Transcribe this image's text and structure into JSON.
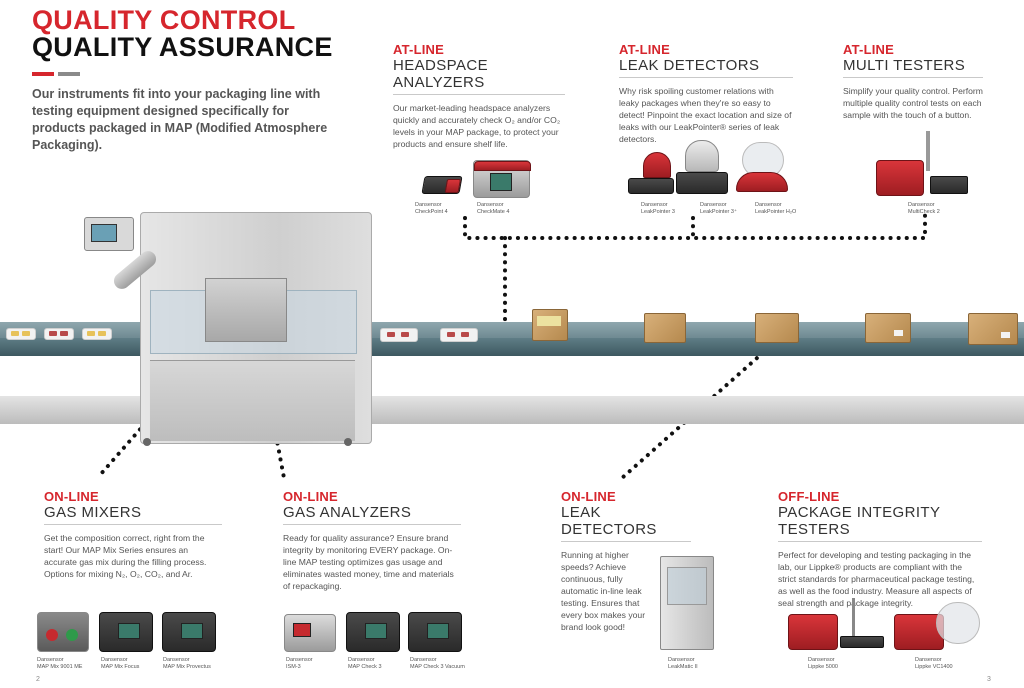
{
  "title": {
    "line1": "QUALITY CONTROL",
    "line2": "QUALITY ASSURANCE"
  },
  "intro": "Our instruments fit into your packaging line with testing equipment designed specifically for products packaged in MAP (Modified Atmosphere Packaging).",
  "colors": {
    "accent": "#d6262d",
    "dark": "#111111",
    "grey": "#888888"
  },
  "sections": {
    "headspace": {
      "kind": "AT-LINE",
      "title": "HEADSPACE ANALYZERS",
      "body": "Our market-leading headspace analyzers quickly and accurately check O₂ and/or CO₂ levels in your MAP package, to protect your products and ensure shelf life.",
      "products": [
        {
          "brand": "Dansensor",
          "model": "CheckPoint 4"
        },
        {
          "brand": "Dansensor",
          "model": "CheckMate 4"
        }
      ]
    },
    "leak_at": {
      "kind": "AT-LINE",
      "title": "LEAK DETECTORS",
      "body": "Why risk spoiling customer relations with leaky packages when they're so easy to detect! Pinpoint the exact location and size of leaks with our LeakPointer® series of leak detectors.",
      "products": [
        {
          "brand": "Dansensor",
          "model": "LeakPointer 3"
        },
        {
          "brand": "Dansensor",
          "model": "LeakPointer 3⁺"
        },
        {
          "brand": "Dansensor",
          "model": "LeakPointer H₂O"
        }
      ]
    },
    "multi": {
      "kind": "AT-LINE",
      "title": "MULTI TESTERS",
      "body": "Simplify your quality control. Perform multiple quality control tests on each sample with the touch of a button.",
      "products": [
        {
          "brand": "Dansensor",
          "model": "MultiCheck 2"
        }
      ]
    },
    "gas_mixers": {
      "kind": "ON-LINE",
      "title": "GAS MIXERS",
      "body": "Get the composition correct, right from the start! Our MAP Mix Series ensures an accurate gas mix during the filling process. Options for mixing N₂, O₂, CO₂, and Ar.",
      "products": [
        {
          "brand": "Dansensor",
          "model": "MAP Mix 9001 ME"
        },
        {
          "brand": "Dansensor",
          "model": "MAP Mix Focus"
        },
        {
          "brand": "Dansensor",
          "model": "MAP Mix Provectus"
        }
      ]
    },
    "gas_analyzers": {
      "kind": "ON-LINE",
      "title": "GAS ANALYZERS",
      "body": "Ready for quality assurance? Ensure brand integrity by monitoring EVERY package. On-line MAP testing optimizes gas usage and eliminates wasted money, time and materials of repackaging.",
      "products": [
        {
          "brand": "Dansensor",
          "model": "ISM-3"
        },
        {
          "brand": "Dansensor",
          "model": "MAP Check 3"
        },
        {
          "brand": "Dansensor",
          "model": "MAP Check 3 Vacuum"
        }
      ]
    },
    "leak_on": {
      "kind": "ON-LINE",
      "title": "LEAK DETECTORS",
      "body": "Running at higher speeds? Achieve continuous, fully automatic in-line leak testing. Ensures that every box makes your brand look good!",
      "products": [
        {
          "brand": "Dansensor",
          "model": "LeakMatic II"
        }
      ]
    },
    "integrity": {
      "kind": "OFF-LINE",
      "title": "PACKAGE INTEGRITY TESTERS",
      "body": "Perfect for developing and testing packaging in the lab, our Lippke® products are compliant with the strict standards for pharmaceutical package testing, as well as the food industry. Measure all aspects of seal strength and package integrity.",
      "products": [
        {
          "brand": "Dansensor",
          "model": "Lippke 5000"
        },
        {
          "brand": "Dansensor",
          "model": "Lippke VC1400"
        }
      ]
    }
  },
  "pages": {
    "left": "2",
    "right": "3"
  }
}
